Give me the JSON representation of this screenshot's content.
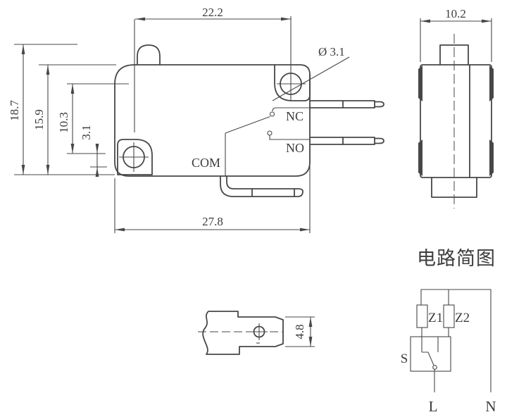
{
  "colors": {
    "line": "#474747",
    "text": "#3d3d3d",
    "background": "#ffffff"
  },
  "front_view": {
    "dim_hole_pitch": "22.2",
    "dim_total_height": "18.7",
    "dim_body_height": "15.9",
    "dim_hole_spacing": "10.3",
    "dim_hole_edge": "3.1",
    "dim_body_width": "27.8",
    "hole_diameter": "Ø 3.1",
    "label_nc": "NC",
    "label_no": "NO",
    "label_com": "COM"
  },
  "side_view": {
    "dim_depth": "10.2"
  },
  "terminal_view": {
    "dim_blade_width": "4.8"
  },
  "circuit": {
    "title": "电路简图",
    "component_z1": "Z1",
    "component_z2": "Z2",
    "label_switch": "S",
    "label_live": "L",
    "label_neutral": "N"
  }
}
